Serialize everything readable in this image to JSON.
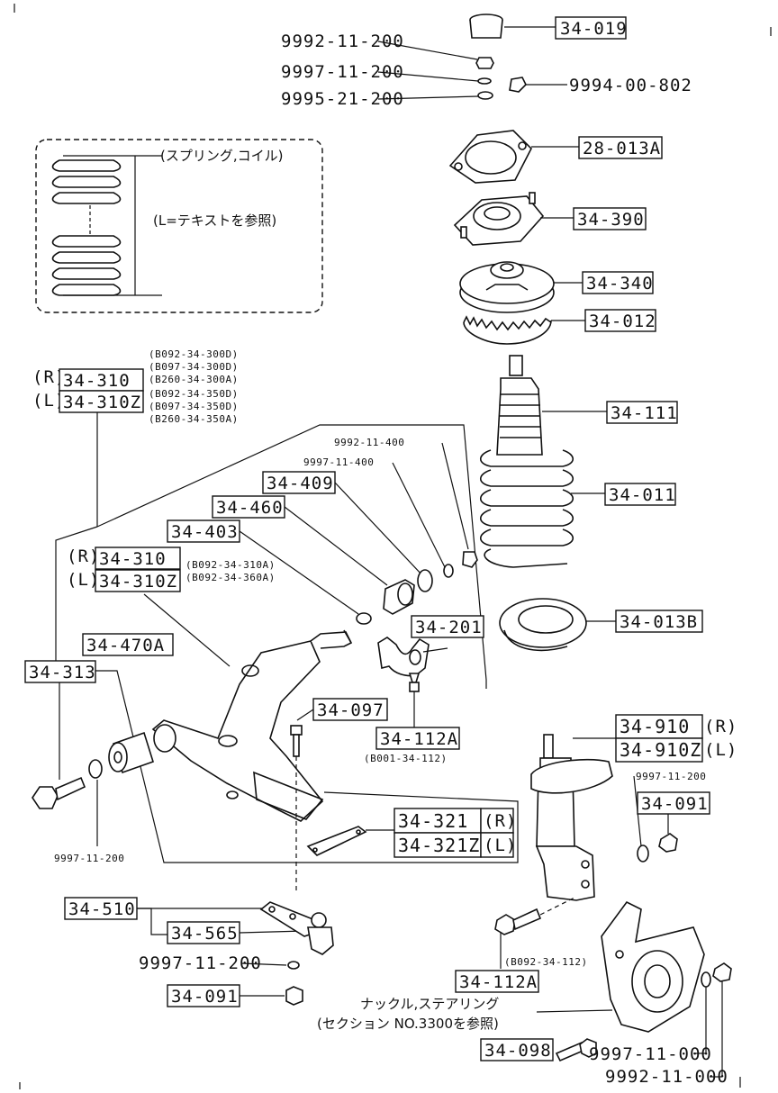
{
  "hardware": {
    "nut_upper": "9992-11-200",
    "washer_upper": "9997-11-200",
    "washer_upper_2": "9995-21-200",
    "nut_cap": "9994-00-802",
    "nut_bushing": "9992-11-400",
    "washer_bushing": "9997-11-400",
    "washer_lower_arm": "9997-11-200",
    "washer_ball_joint": "9997-11-200",
    "washer_strut": "9997-11-200",
    "washer_knuckle": "9997-11-000",
    "nut_knuckle": "9992-11-000"
  },
  "parts": {
    "cap": "34-019",
    "mount_gasket": "28-013A",
    "strut_mount": "34-390",
    "bearing_seat": "34-340",
    "upper_insulator": "34-012",
    "bump_stopper": "34-111",
    "coil_spring": "34-011",
    "lower_insulator": "34-013B",
    "bushing_bracket": "34-201",
    "bushing_409": "34-409",
    "bushing_460": "34-460",
    "washer_403": "34-403",
    "arm_bushing": "34-470A",
    "bolt_313": "34-313",
    "stud_097": "34-097",
    "clip_112a_upper": "34-112A",
    "plate_321": "34-321",
    "plate_321z": "34-321Z",
    "ball_joint_510": "34-510",
    "ball_joint_565": "34-565",
    "nut_091_lower": "34-091",
    "nut_091_strut": "34-091",
    "strut_910": "34-910",
    "strut_910z": "34-910Z",
    "bolt_112a_lower": "34-112A",
    "bolt_098": "34-098"
  },
  "arm_assy_top": {
    "side_r": "(R)",
    "side_l": "(L)",
    "code_r": "34-310",
    "code_l": "34-310Z",
    "refs": [
      "(B092-34-300D)",
      "(B097-34-300D)",
      "(B260-34-300A)",
      "(B092-34-350D)",
      "(B097-34-350D)",
      "(B260-34-350A)"
    ]
  },
  "arm_assy_mid": {
    "side_r": "(R)",
    "side_l": "(L)",
    "code_r": "34-310",
    "code_l": "34-310Z",
    "refs": [
      "(B092-34-310A)",
      "(B092-34-360A)"
    ]
  },
  "side_marks": {
    "r": "(R)",
    "l": "(L)"
  },
  "refs": {
    "clip_upper": "(B001-34-112)",
    "bolt_lower": "(B092-34-112)"
  },
  "spring_inset": {
    "caption": "(スプリング,コイル)",
    "note": "(L=テキストを参照)"
  },
  "knuckle_note": {
    "line1": "ナックル,ステアリング",
    "line2": "(セクション NO.3300を参照)"
  }
}
